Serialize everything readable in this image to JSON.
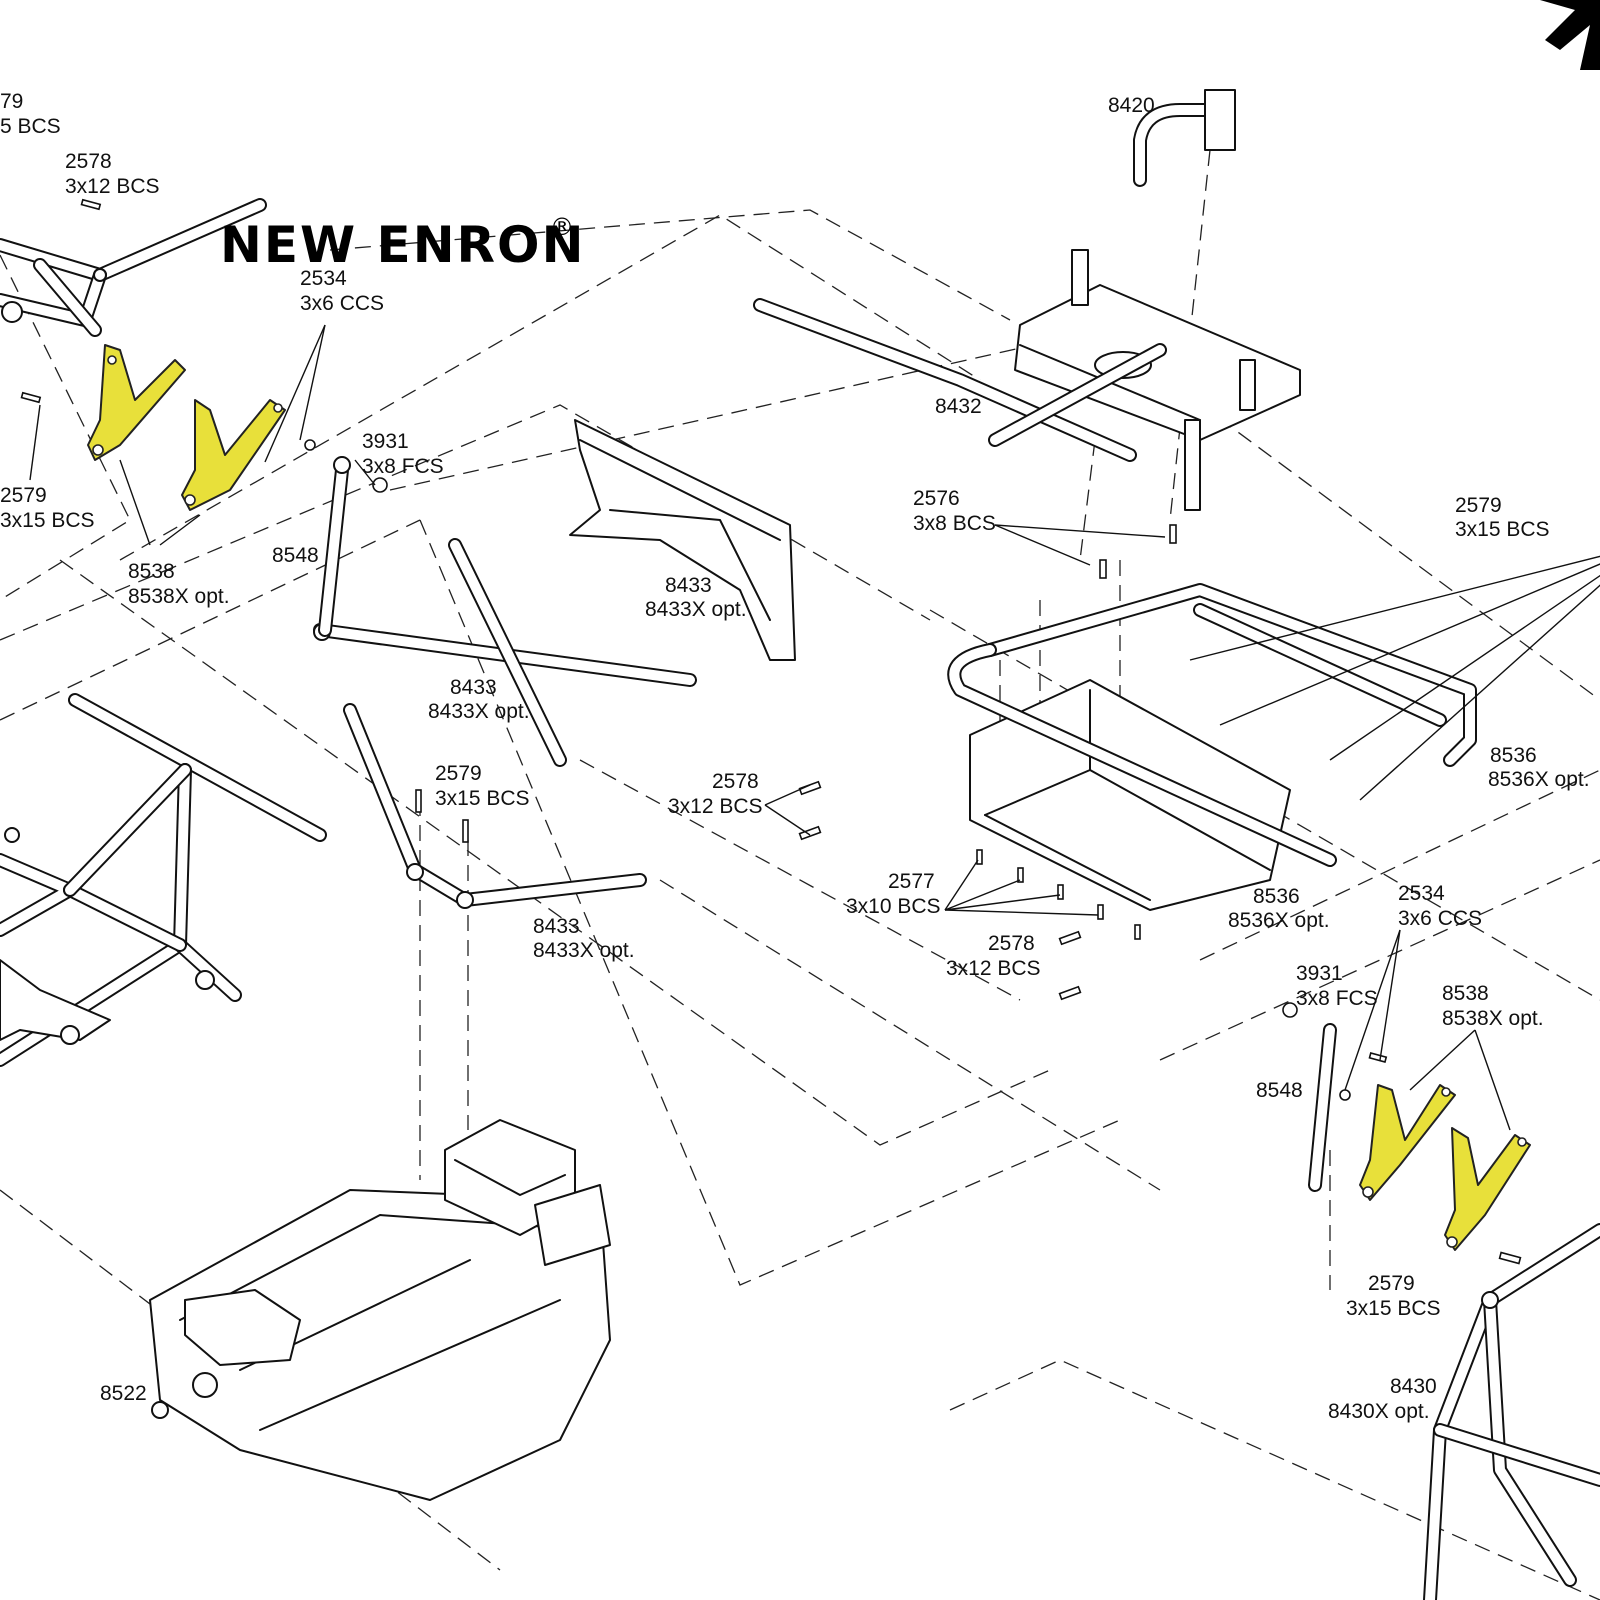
{
  "brand": {
    "name": "NEW ENRON",
    "mark": "®"
  },
  "colors": {
    "highlight": "#e8e03a",
    "ink": "#111111",
    "paper": "#ffffff"
  },
  "labels": {
    "top_left_2579": {
      "code": "79",
      "spec": "5 BCS"
    },
    "top_left_2578": {
      "code": "2578",
      "spec": "3x12 BCS"
    },
    "left_2534": {
      "code": "2534",
      "spec": "3x6 CCS"
    },
    "left_3931": {
      "code": "3931",
      "spec": "3x8 FCS"
    },
    "left_2579": {
      "code": "2579",
      "spec": "3x15 BCS"
    },
    "left_8538": {
      "code": "8538",
      "spec": "8538X opt."
    },
    "left_8548": {
      "code": "8548"
    },
    "mid_8433_a": {
      "code": "8433",
      "spec": "8433X opt."
    },
    "mid_8433_b": {
      "code": "8433",
      "spec": "8433X opt."
    },
    "mid_8433_c": {
      "code": "8433",
      "spec": "8433X opt."
    },
    "mid_2579": {
      "code": "2579",
      "spec": "3x15 BCS"
    },
    "mid_2578": {
      "code": "2578",
      "spec": "3x12 BCS"
    },
    "top_8420": {
      "code": "8420"
    },
    "top_8432": {
      "code": "8432"
    },
    "top_2576": {
      "code": "2576",
      "spec": "3x8 BCS"
    },
    "right_2579_top": {
      "code": "2579",
      "spec": "3x15 BCS"
    },
    "right_8536_a": {
      "code": "8536",
      "spec": "8536X opt."
    },
    "right_8536_b": {
      "code": "8536",
      "spec": "8536X opt."
    },
    "center_2577": {
      "code": "2577",
      "spec": "3x10 BCS"
    },
    "center_2578": {
      "code": "2578",
      "spec": "3x12 BCS"
    },
    "right_2534": {
      "code": "2534",
      "spec": "3x6 CCS"
    },
    "right_3931": {
      "code": "3931",
      "spec": "3x8 FCS"
    },
    "right_8538": {
      "code": "8538",
      "spec": "8538X opt."
    },
    "right_8548": {
      "code": "8548"
    },
    "right_2579_bottom": {
      "code": "2579",
      "spec": "3x15 BCS"
    },
    "bottom_8522": {
      "code": "8522"
    },
    "bottom_8430": {
      "code": "8430",
      "spec": "8430X opt."
    }
  }
}
